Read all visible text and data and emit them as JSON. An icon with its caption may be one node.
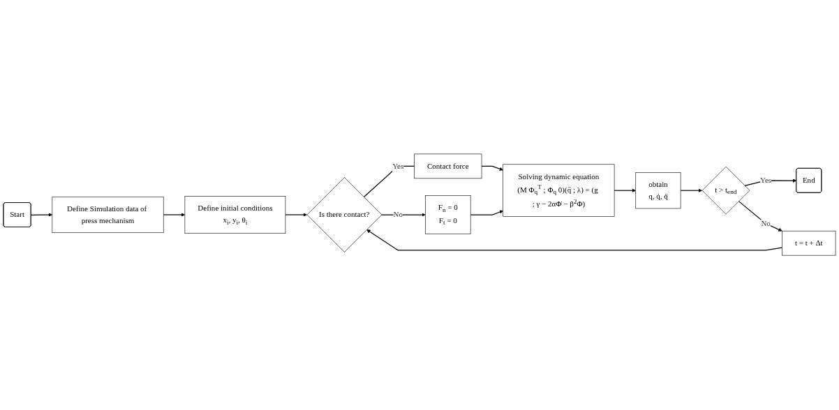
{
  "diagram": {
    "nodes": [
      {
        "text": [
          "Start"
        ]
      },
      {
        "text": [
          "Define Simulation data of press mechanism"
        ]
      },
      {
        "text": [
          "Define initial conditions",
          "x$_{i}$, y$_{i}$, θ$_{i}$"
        ]
      },
      {
        "text": [
          "Is there contact?"
        ]
      },
      {
        "text": [
          "Contact force"
        ]
      },
      {
        "text": [
          "F$_{n}$ = 0",
          "F$_{t}$ = 0"
        ]
      },
      {
        "text": [
          "Solving dynamic equation",
          "(M Φ$_{q}$$^{T}$ ; Φ$_{q}$ 0)(q̈ ; λ) = (g ; γ − 2αΦ̇ − β$^{2}$Φ)"
        ]
      },
      {
        "text": [
          "obtain",
          "q, q̇, q̈"
        ]
      },
      {
        "text": [
          "t > t$_{end}$"
        ]
      },
      {
        "text": [
          "t = t + Δt"
        ]
      },
      {
        "text": [
          "End"
        ]
      }
    ],
    "edges": [
      {
        "from": 0,
        "to": 1,
        "arrow": "to"
      },
      {
        "from": 1,
        "to": 2,
        "arrow": "to"
      },
      {
        "from": 2,
        "to": 3,
        "arrow": "to"
      },
      {
        "from": 3,
        "to": 4,
        "arrow": "none",
        "label": "Yes"
      },
      {
        "from": 3,
        "to": 5,
        "arrow": "to",
        "label": "No"
      },
      {
        "from": 4,
        "to": 6,
        "arrow": "to"
      },
      {
        "from": 5,
        "to": 6,
        "arrow": "to"
      },
      {
        "from": 6,
        "to": 7,
        "arrow": "to"
      },
      {
        "from": 7,
        "to": 8,
        "arrow": "to"
      },
      {
        "from": 8,
        "to": 10,
        "arrow": "to",
        "label": "Yes"
      },
      {
        "from": 8,
        "to": 9,
        "arrow": "to",
        "label": "No"
      },
      {
        "from": 9,
        "to": 3,
        "arrow": "to"
      }
    ]
  }
}
